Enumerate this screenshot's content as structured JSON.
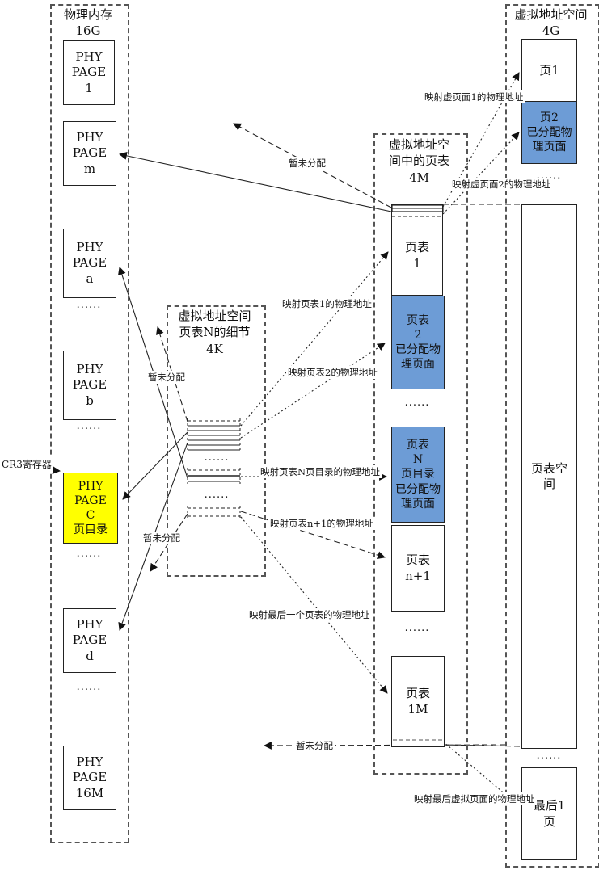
{
  "colors": {
    "highlight": "#ffff00",
    "allocated": "#6d9cd6"
  },
  "physical_memory": {
    "title": "物理内存\n16G",
    "pages": [
      {
        "text": "PHY\nPAGE\n1"
      },
      {
        "text": "PHY\nPAGE\nm"
      },
      {
        "text": "PHY\nPAGE\na"
      },
      {
        "text": "PHY\nPAGE\nb"
      },
      {
        "text": "PHY\nPAGE\nC\n页目录"
      },
      {
        "text": "PHY\nPAGE\nd"
      },
      {
        "text": "PHY\nPAGE\n16M"
      }
    ]
  },
  "page_table_detail": {
    "title": "虚拟地址空间\n页表N的细节\n4K"
  },
  "page_tables": {
    "title": "虚拟地址空\n间中的页表\n4M",
    "tables": [
      {
        "text": "页表\n1"
      },
      {
        "text": "页表\n2\n已分配物\n理页面"
      },
      {
        "text": "页表\nN\n页目录\n已分配物\n理页面"
      },
      {
        "text": "页表\nn+1"
      },
      {
        "text": "页表\n1M"
      }
    ]
  },
  "virtual_space": {
    "title": "虚拟地址空间\n4G",
    "pages": [
      {
        "text": "页1"
      },
      {
        "text": "页2\n已分配物\n理页面"
      },
      {
        "text": "页表空\n间"
      },
      {
        "text": "最后1\n页"
      }
    ]
  },
  "ellipsis": "......",
  "annotations": {
    "cr3": "CR3寄存器",
    "map_vpage1": "映射虚页面1的物理地址",
    "map_vpage2": "映射虚页面2的物理地址",
    "unallocated_top": "暂未分配",
    "map_pt1": "映射页表1的物理地址",
    "map_pt2": "映射页表2的物理地址",
    "unallocated_mid_upper": "暂未分配",
    "map_ptN": "映射页表N页目录的物理地址",
    "map_ptn1": "映射页表n+1的物理地址",
    "unallocated_mid_lower": "暂未分配",
    "map_last_pt": "映射最后一个页表的物理地址",
    "unallocated_bottom": "暂未分配",
    "map_last_vpage": "映射最后虚拟页面的物理地址"
  }
}
